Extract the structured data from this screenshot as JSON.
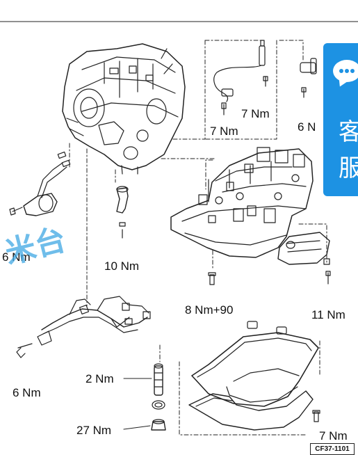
{
  "torque_labels": {
    "sensor_bolt_top": "7 Nm",
    "sensor_bolt_lower": "7 Nm",
    "right_sensor": "6 N",
    "left_connector": "6 Nm",
    "pipe_bolt": "10 Nm",
    "valve_body_bolt": "8 Nm+90",
    "filter_bolt": "11 Nm",
    "harness_bolt": "6 Nm",
    "drain_plug_sleeve": "2 Nm",
    "drain_plug": "27 Nm",
    "pan_bolt": "7 Nm"
  },
  "figure_code": "CF37-1101",
  "watermark": "米台",
  "service_widget": {
    "icon": "chat-bubble-icon",
    "char_1": "客",
    "char_2": "服"
  },
  "colors": {
    "line": "#222222",
    "widget_blue": "#1d92e3",
    "watermark": "#3fa7e3"
  }
}
